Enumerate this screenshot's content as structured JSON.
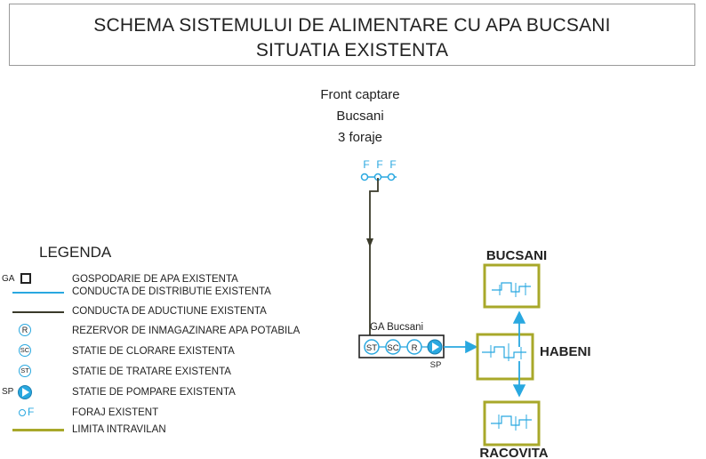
{
  "title": {
    "line1": "SCHEMA SISTEMULUI DE ALIMENTARE CU APA BUCSANI",
    "line2": "SITUATIA EXISTENTA"
  },
  "source": {
    "line1": "Front captare",
    "line2": "Bucsani",
    "line3": "3 foraje",
    "well_label": "F"
  },
  "ga": {
    "label": "GA Bucsani",
    "st": "ST",
    "sc": "SC",
    "r": "R",
    "sp": "SP"
  },
  "localities": {
    "bucsani": "BUCSANI",
    "habeni": "HABENI",
    "racovita": "RACOVITA"
  },
  "legend": {
    "title": "LEGENDA",
    "items": [
      {
        "symbol": "GA",
        "text": "GOSPODARIE DE APA EXISTENTA"
      },
      {
        "symbol": "",
        "text": "CONDUCTA DE DISTRIBUTIE EXISTENTA"
      },
      {
        "symbol": "",
        "text": "CONDUCTA DE ADUCTIUNE EXISTENTA"
      },
      {
        "symbol": "R",
        "text": "REZERVOR DE INMAGAZINARE APA POTABILA"
      },
      {
        "symbol": "SC",
        "text": "STATIE DE CLORARE EXISTENTA"
      },
      {
        "symbol": "ST",
        "text": "STATIE DE TRATARE EXISTENTA"
      },
      {
        "symbol": "SP",
        "text": "STATIE DE POMPARE EXISTENTA"
      },
      {
        "symbol": "F",
        "text": "FORAJ EXISTENT"
      },
      {
        "symbol": "",
        "text": "LIMITA INTRAVILAN"
      }
    ]
  },
  "colors": {
    "distribution": "#29a8e0",
    "adduction": "#3a3a2a",
    "intravilan": "#a8a82a",
    "text": "#222222"
  }
}
